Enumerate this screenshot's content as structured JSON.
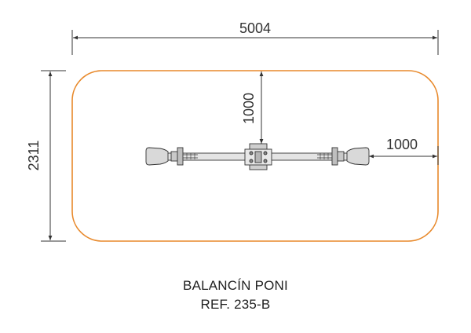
{
  "dimensions": {
    "overall_length": "5004",
    "overall_width": "2311",
    "clearance_vertical": "1000",
    "clearance_horizontal": "1000"
  },
  "caption": {
    "product_name": "BALANCÍN PONI",
    "reference": "REF. 235-B"
  },
  "colors": {
    "safety_zone": "#e8892b",
    "lines": "#333333",
    "equipment_fill": "#d9d9d9"
  }
}
